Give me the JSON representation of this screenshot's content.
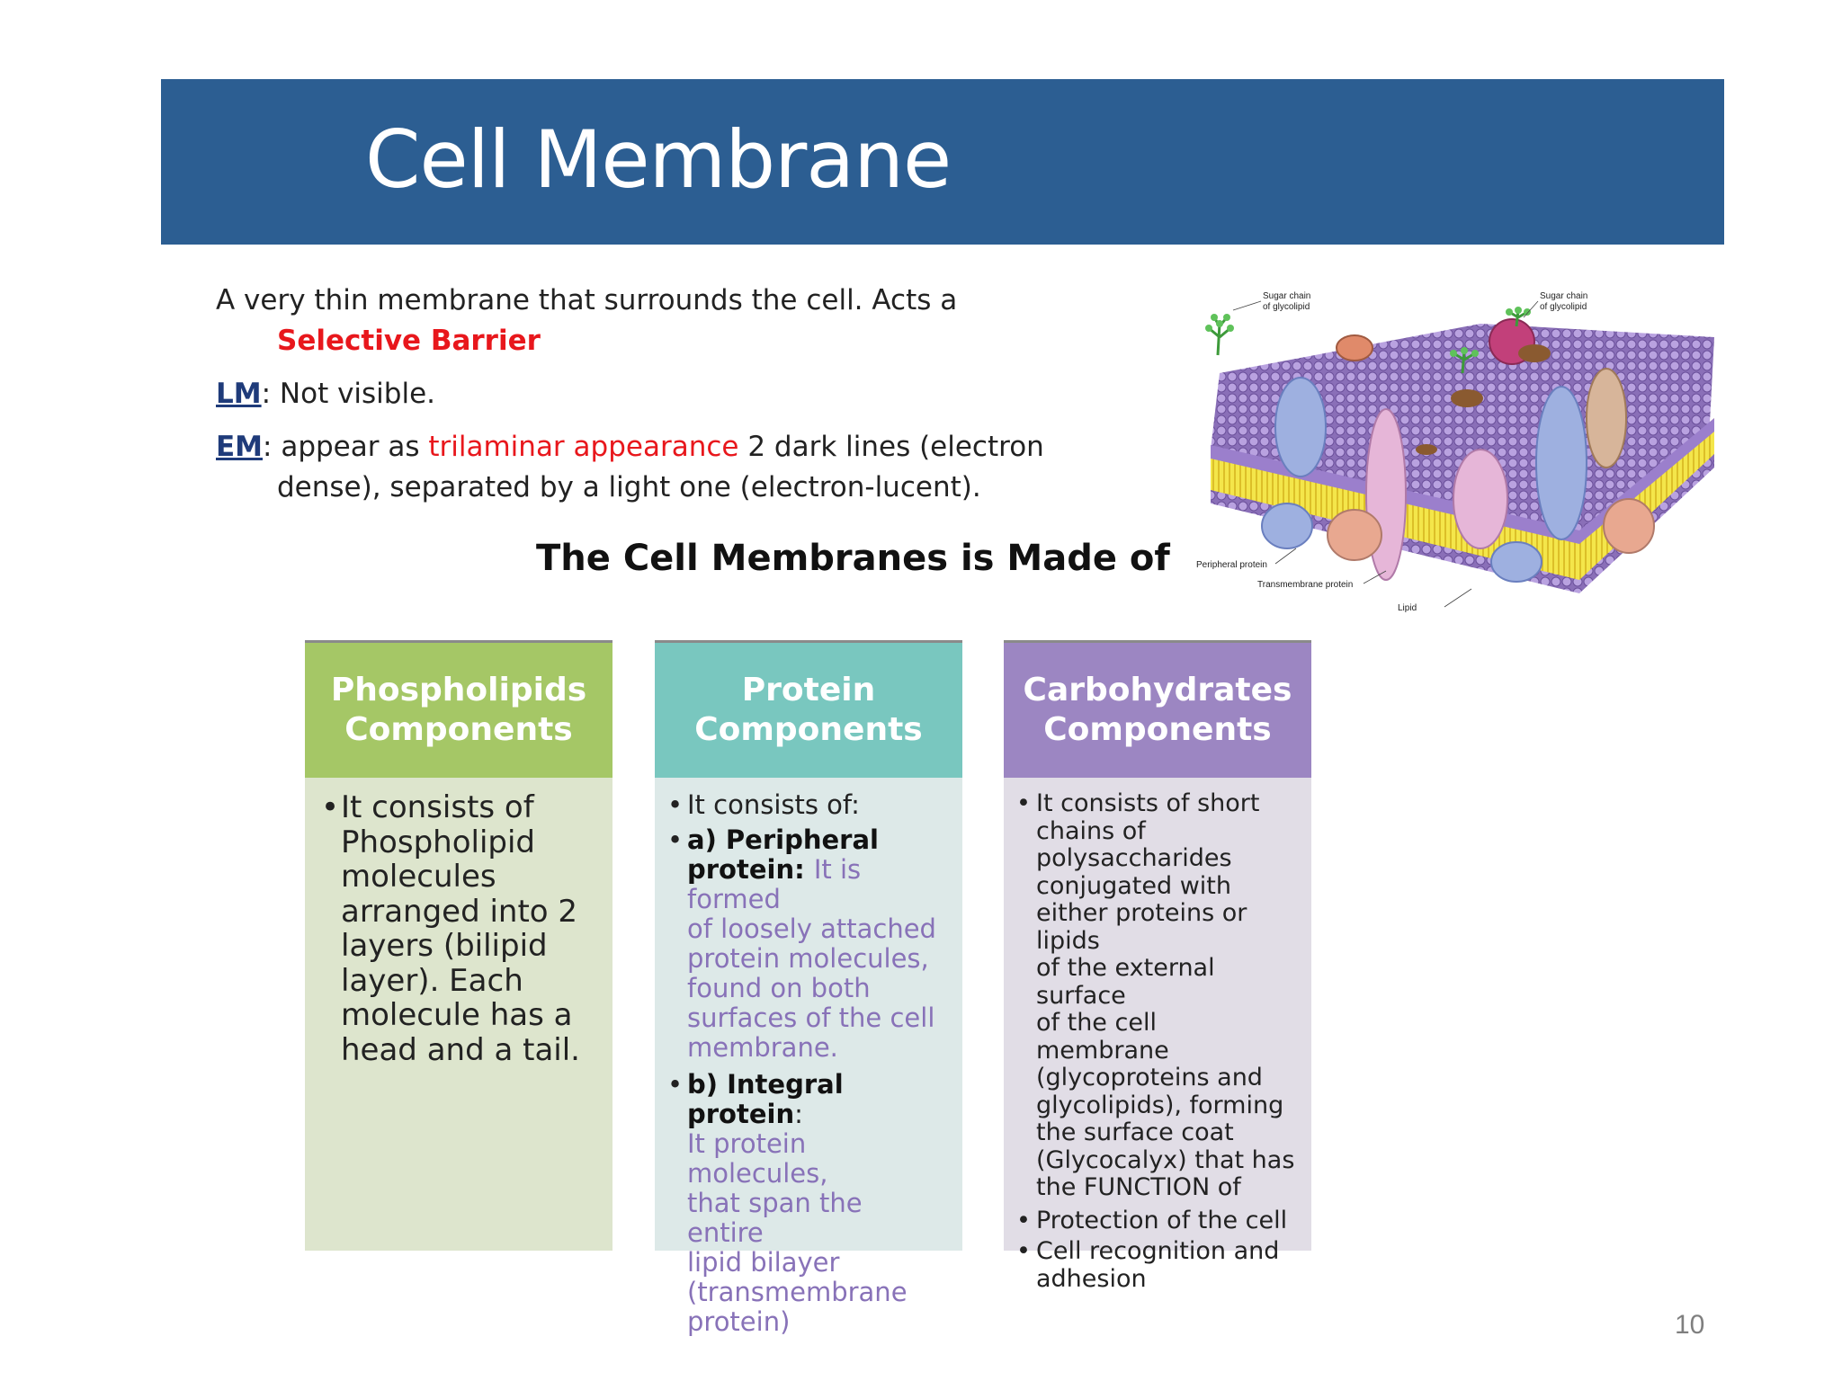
{
  "slide": {
    "title": "Cell Membrane",
    "page_number": "10"
  },
  "intro": {
    "line1": "A very thin membrane that surrounds the cell. Acts a",
    "selective_barrier": "Selective Barrier",
    "lm_label": "LM",
    "lm_text": ": Not visible.",
    "em_label": "EM",
    "em_text_a": ": appear as ",
    "em_red": "trilaminar appearance",
    "em_text_b": "  2 dark lines (electron",
    "em_line2": "dense), separated by a light one (electron-lucent)."
  },
  "subtitle": "The Cell Membranes is Made of",
  "diagram": {
    "labels": {
      "sugar_chain_left_1": "Sugar chain",
      "sugar_chain_left_2": "of glycolipid",
      "sugar_chain_right_1": "Sugar chain",
      "sugar_chain_right_2": "of glycolipid",
      "peripheral": "Peripheral protein",
      "transmembrane": "Transmembrane protein",
      "lipid": "Lipid"
    }
  },
  "columns": {
    "phospholipids": {
      "head1": "Phospholipids",
      "head2": "Components",
      "bullet": "•",
      "lines": [
        "It consists of",
        "Phospholipid",
        "molecules",
        "arranged into 2",
        "layers (bilipid",
        "layer). Each",
        "molecule has a",
        "head and a tail."
      ]
    },
    "protein": {
      "head1": "Protein",
      "head2": "Components",
      "bullet": "•",
      "item0": "It consists of:",
      "a_label": "a) Peripheral",
      "a_label2": "protein",
      "a_colon": ": ",
      "a_text_first": "It is formed",
      "a_lines": [
        "of loosely attached",
        "protein molecules,",
        "found on both",
        "surfaces of the cell",
        "membrane."
      ],
      "b_label": "b) Integral protein",
      "b_colon": ":",
      "b_lines": [
        "It protein molecules,",
        "that span the  entire",
        "lipid bilayer",
        "(transmembrane",
        "protein)"
      ]
    },
    "carbohydrates": {
      "head1": "Carbohydrates",
      "head2": "Components",
      "bullet": "•",
      "item0_lines": [
        "It consists of short",
        "chains of",
        "polysaccharides",
        "conjugated   with",
        "either proteins or lipids",
        "of the external surface",
        "of the cell membrane",
        "(glycoproteins and",
        "glycolipids), forming",
        "the     surface coat",
        "(Glycocalyx) that has",
        "the FUNCTION of"
      ],
      "item1": "Protection of the cell",
      "item2_lines": [
        "Cell recognition and",
        "adhesion"
      ]
    }
  },
  "colors": {
    "title_bar": "#2c5e92",
    "highlight_red": "#e8171c",
    "phospholipid_head": "#a5c766",
    "protein_head": "#79c7bf",
    "carbohydrate_head": "#9c86c2",
    "protein_text": "#8872b8"
  }
}
